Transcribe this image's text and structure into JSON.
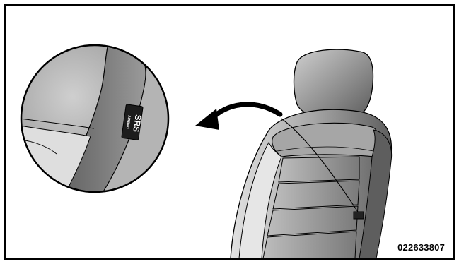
{
  "figure": {
    "reference_code": "022633807",
    "label_text": "SRS",
    "label_subtext": "AIRBAG",
    "colors": {
      "border": "#000000",
      "seat_dark": "#6f6f6f",
      "seat_mid": "#9a9a9a",
      "seat_light": "#d8d8d8",
      "arrow": "#000000"
    },
    "icons": [
      "seat-illustration",
      "magnifier-circle",
      "srs-airbag-tag",
      "callout-arrow"
    ]
  }
}
